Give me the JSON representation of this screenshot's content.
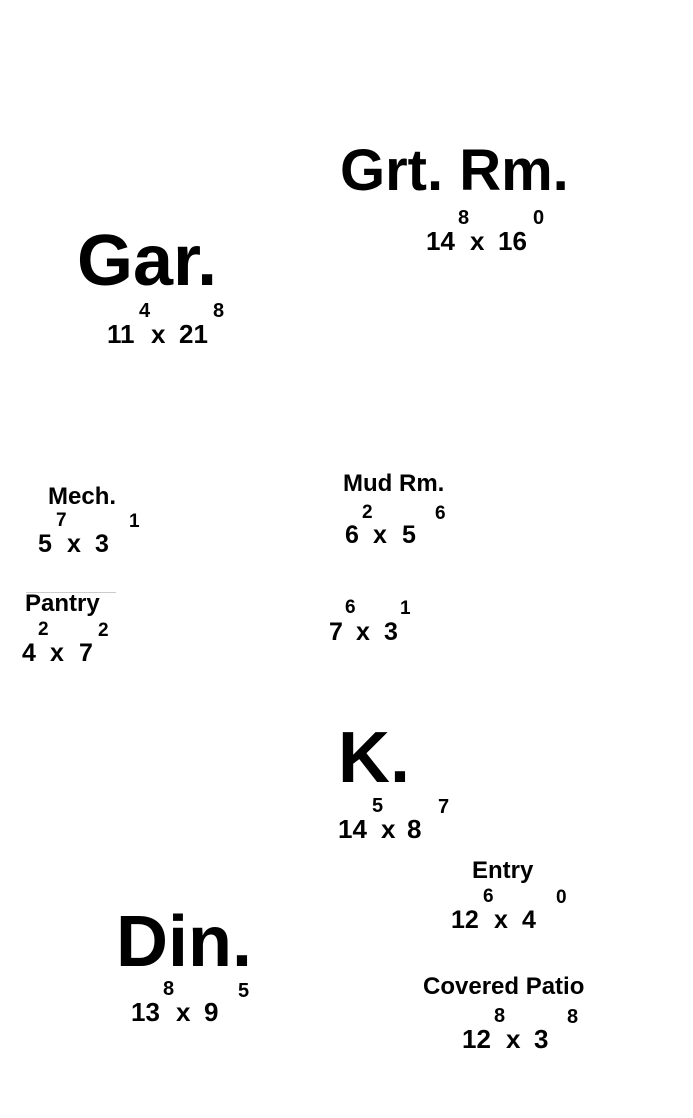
{
  "rooms": {
    "great_room": {
      "name": "Grt. Rm.",
      "w_ft": "14",
      "w_in": "8",
      "sep": "x",
      "l_ft": "16",
      "l_in": "0"
    },
    "garage": {
      "name": "Gar.",
      "w_ft": "11",
      "w_in": "4",
      "sep": "x",
      "l_ft": "21",
      "l_in": "8"
    },
    "mech": {
      "name": "Mech.",
      "w_ft": "5",
      "w_in": "7",
      "sep": "x",
      "l_ft": "3",
      "l_in": "1"
    },
    "mud_room": {
      "name": "Mud Rm.",
      "w_ft": "6",
      "w_in": "2",
      "sep": "x",
      "l_ft": "5",
      "l_in": "6"
    },
    "pantry": {
      "name": "Pantry",
      "w_ft": "4",
      "w_in": "2",
      "sep": "x",
      "l_ft": "7",
      "l_in": "2"
    },
    "unlabeled": {
      "w_ft": "7",
      "w_in": "6",
      "sep": "x",
      "l_ft": "3",
      "l_in": "1"
    },
    "kitchen": {
      "name": "K.",
      "w_ft": "14",
      "w_in": "5",
      "sep": "x",
      "l_ft": "8",
      "l_in": "7"
    },
    "entry": {
      "name": "Entry",
      "w_ft": "12",
      "w_in": "6",
      "sep": "x",
      "l_ft": "4",
      "l_in": "0"
    },
    "dining": {
      "name": "Din.",
      "w_ft": "13",
      "w_in": "8",
      "sep": "x",
      "l_ft": "9",
      "l_in": "5"
    },
    "covered_patio": {
      "name": "Covered Patio",
      "w_ft": "12",
      "w_in": "8",
      "sep": "x",
      "l_ft": "3",
      "l_in": "8"
    }
  }
}
